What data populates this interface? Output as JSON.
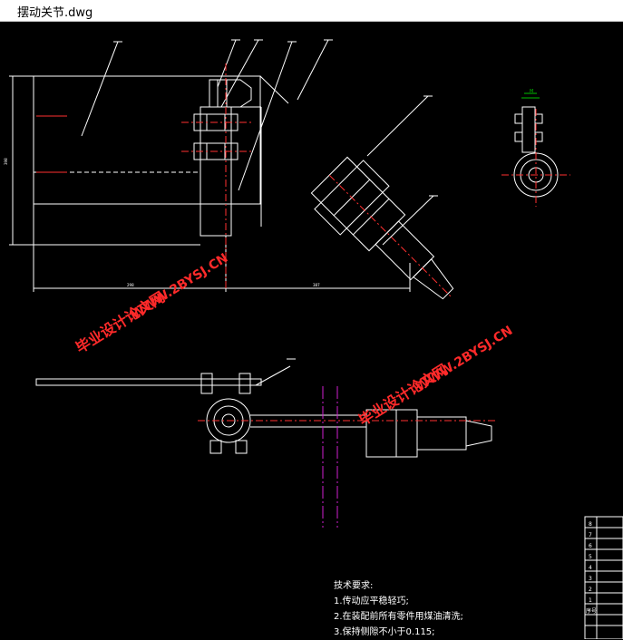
{
  "window": {
    "title": "摆动关节.dwg"
  },
  "watermark": {
    "text_cn": "毕业设计论文网",
    "text_url": "WWW.2BYSJ.CN"
  },
  "notes": {
    "heading": "技术要求:",
    "items": [
      "1.传动应平稳轻巧;",
      "2.在装配前所有零件用煤油清洗;",
      "3.保持侧隙不小于0.115;"
    ]
  },
  "dimensions": {
    "bottom_left": "298",
    "bottom_right": "387",
    "left_height": "398"
  },
  "top_view_label": "M",
  "title_block": {
    "rows": [
      "8",
      "7",
      "6",
      "5",
      "4",
      "3",
      "2",
      "1"
    ],
    "seq_label": "序号"
  },
  "colors": {
    "background": "#000000",
    "lines": "#ffffff",
    "centerline": "#ff3030",
    "watermark": "#ff2a2a",
    "magenta": "#d020d0",
    "green": "#00c000"
  }
}
